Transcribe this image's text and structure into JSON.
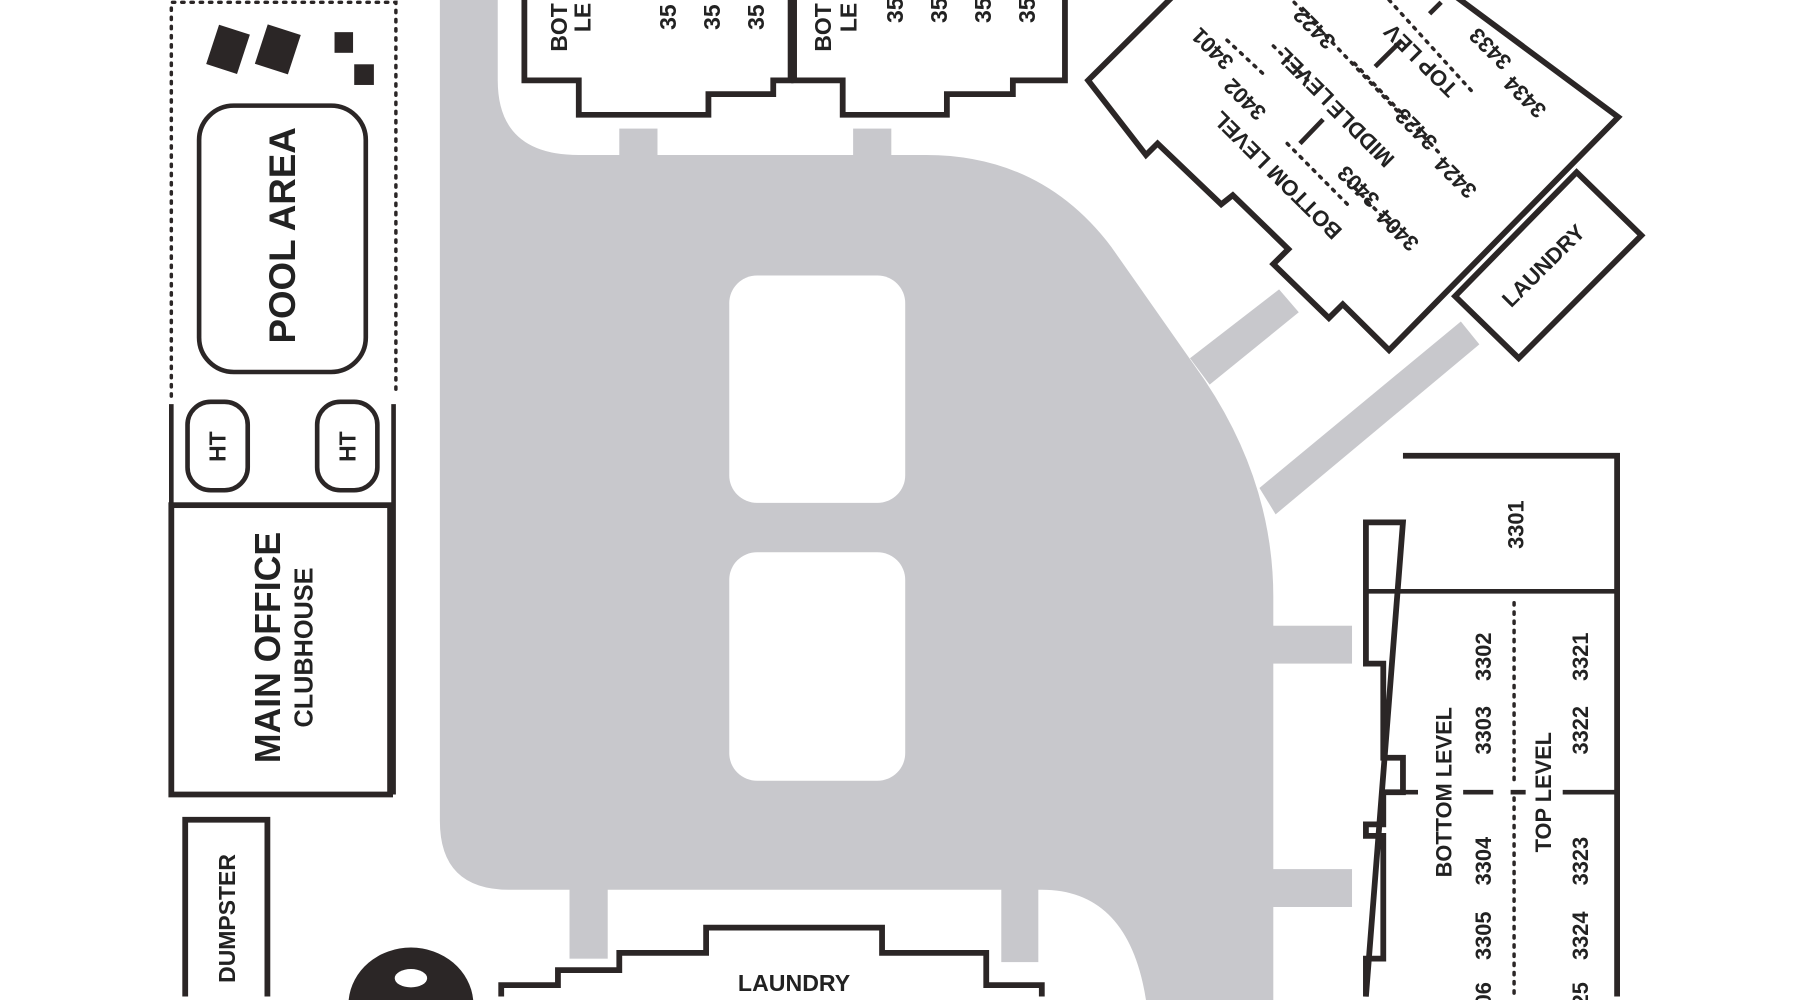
{
  "map": {
    "pool_area": {
      "label": "POOL AREA",
      "hot_tub_label": "HT"
    },
    "office": {
      "title": "MAIN OFFICE",
      "subtitle": "CLUBHOUSE"
    },
    "dumpster": {
      "label": "DUMPSTER"
    },
    "top_buildings": {
      "level_label_1": "BOT",
      "level_label_2": "LE",
      "unit_prefix": "35"
    },
    "building_3400": {
      "bottom_level": "BOTTOM LEVEL",
      "middle_label_1": "MIDDLE",
      "middle_label_2": "LEVEL",
      "top_level": "TOP LEV",
      "units": [
        "3401",
        "3402",
        "3403",
        "3404",
        "3422",
        "3423",
        "3424",
        "3433",
        "3434"
      ],
      "laundry": "LAUNDRY"
    },
    "building_3300": {
      "unit_3301": "3301",
      "bottom_level": "BOTTOM LEVEL",
      "top_level": "TOP LEVEL",
      "bottom_units": [
        "3302",
        "3303",
        "3304",
        "3305",
        "06"
      ],
      "top_units": [
        "3321",
        "3322",
        "3323",
        "3324",
        "25"
      ]
    },
    "bottom_building": {
      "laundry": "LAUNDRY"
    },
    "colors": {
      "road": "#c8c8cc",
      "walls": "#2b2626"
    }
  }
}
